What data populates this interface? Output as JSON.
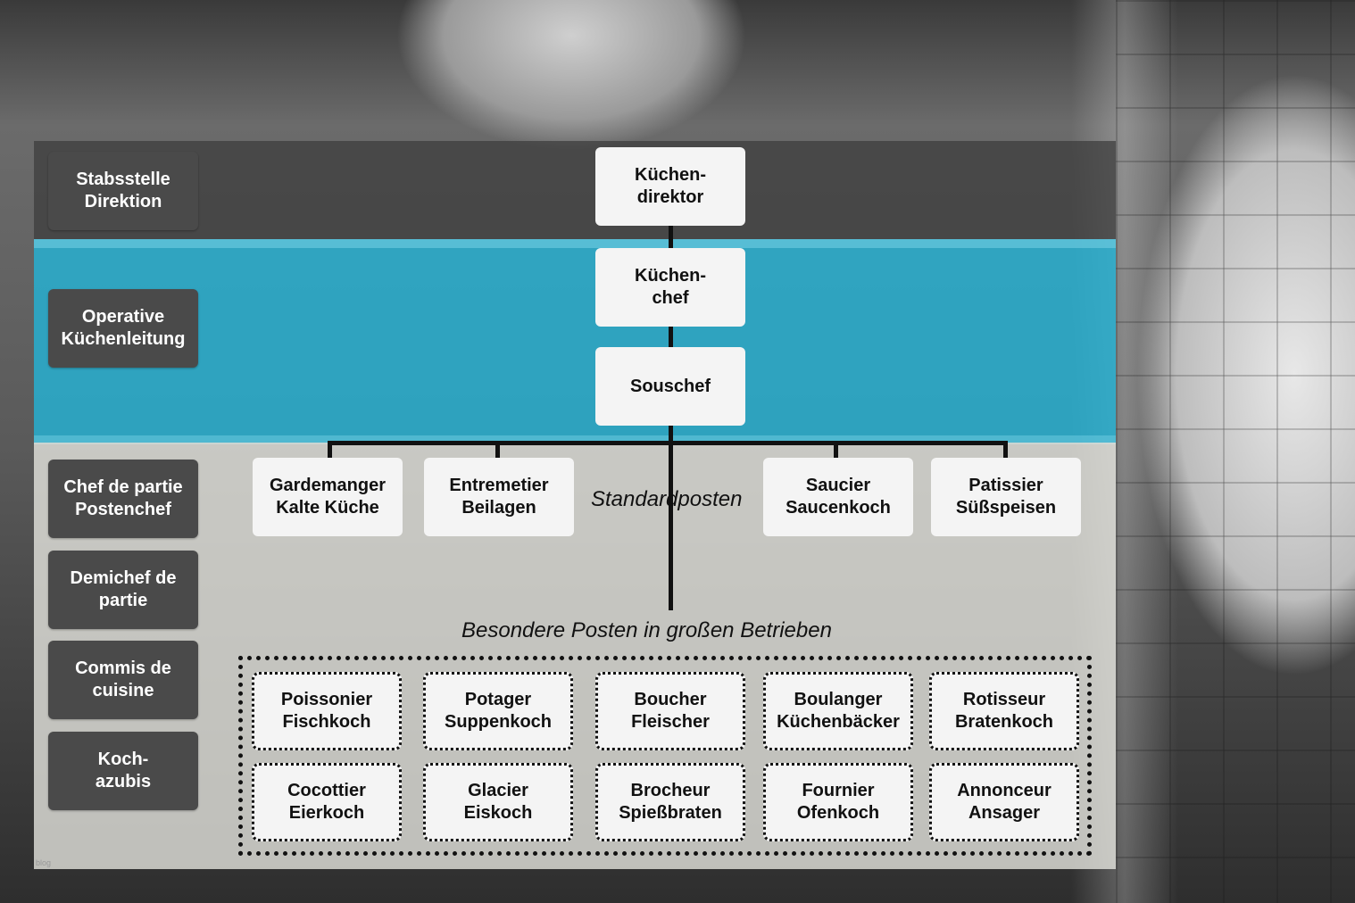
{
  "levels": [
    {
      "id": "stabsstelle",
      "label": "Stabsstelle\nDirektion"
    },
    {
      "id": "operative",
      "label": "Operative\nKüchenleitung"
    },
    {
      "id": "chef-de-partie",
      "label": "Chef de partie\nPostenchef"
    },
    {
      "id": "demichef",
      "label": "Demichef de\npartie"
    },
    {
      "id": "commis",
      "label": "Commis de\ncuisine"
    },
    {
      "id": "kochazubis",
      "label": "Koch-\nazubis"
    }
  ],
  "hierarchy": {
    "kuechendirektor": "Küchen-\ndirektor",
    "kuechenchef": "Küchen-\nchef",
    "souschef": "Souschef"
  },
  "standard_label": "Standardposten",
  "standard_posts": [
    {
      "id": "gardemanger",
      "label": "Gardemanger\nKalte Küche"
    },
    {
      "id": "entremetier",
      "label": "Entremetier\nBeilagen"
    },
    {
      "id": "saucier",
      "label": "Saucier\nSaucenkoch"
    },
    {
      "id": "patissier",
      "label": "Patissier\nSüßspeisen"
    }
  ],
  "special_label": "Besondere Posten in großen Betrieben",
  "special_posts": [
    {
      "id": "poissonier",
      "label": "Poissonier\nFischkoch"
    },
    {
      "id": "potager",
      "label": "Potager\nSuppenkoch"
    },
    {
      "id": "boucher",
      "label": "Boucher\nFleischer"
    },
    {
      "id": "boulanger",
      "label": "Boulanger\nKüchenbäcker"
    },
    {
      "id": "rotisseur",
      "label": "Rotisseur\nBratenkoch"
    },
    {
      "id": "cocottier",
      "label": "Cocottier\nEierkoch"
    },
    {
      "id": "glacier",
      "label": "Glacier\nEiskoch"
    },
    {
      "id": "brocheur",
      "label": "Brocheur\nSpießbraten"
    },
    {
      "id": "fournier",
      "label": "Fournier\nOfenkoch"
    },
    {
      "id": "annonceur",
      "label": "Annonceur\nAnsager"
    }
  ],
  "watermark": "blog",
  "colors": {
    "staff_band": "#3c3c3c",
    "operative_band": "#25b2d4",
    "main_band": "#e8e8e2",
    "level_box": "#4a4a4a",
    "node_box": "#f4f4f4"
  }
}
